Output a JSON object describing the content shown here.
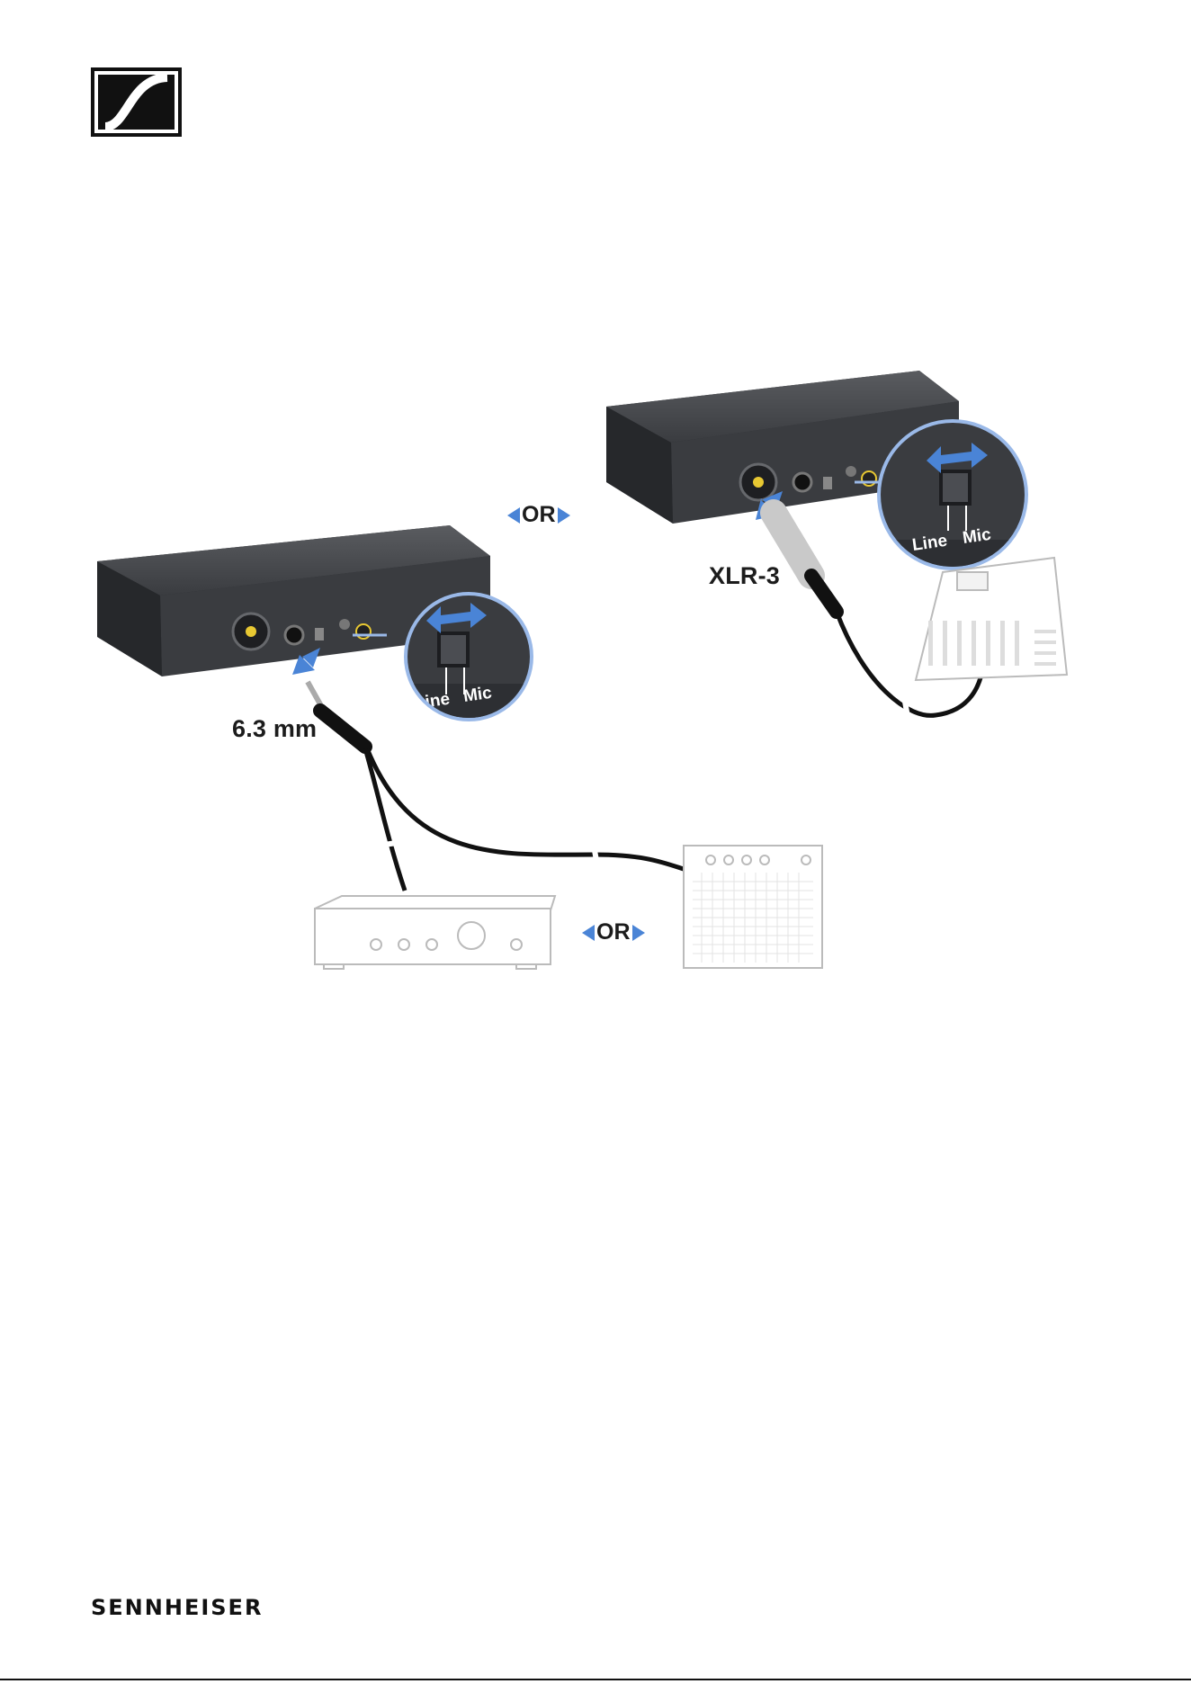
{
  "brand": {
    "logo_icon": "sennheiser-logo-icon",
    "wordmark": "SENNHEISER"
  },
  "diagram": {
    "labels": {
      "jack": "6.3 mm",
      "xlr": "XLR-3"
    },
    "or_top": "OR",
    "or_bottom": "OR",
    "zoom_left": {
      "line": "Line",
      "mic": "Mic"
    },
    "zoom_right": {
      "line": "Line",
      "mic": "Mic"
    }
  },
  "colors": {
    "accent_blue": "#4a84d6",
    "device_dark": "#3a3c40",
    "device_front": "#2d2f33"
  }
}
